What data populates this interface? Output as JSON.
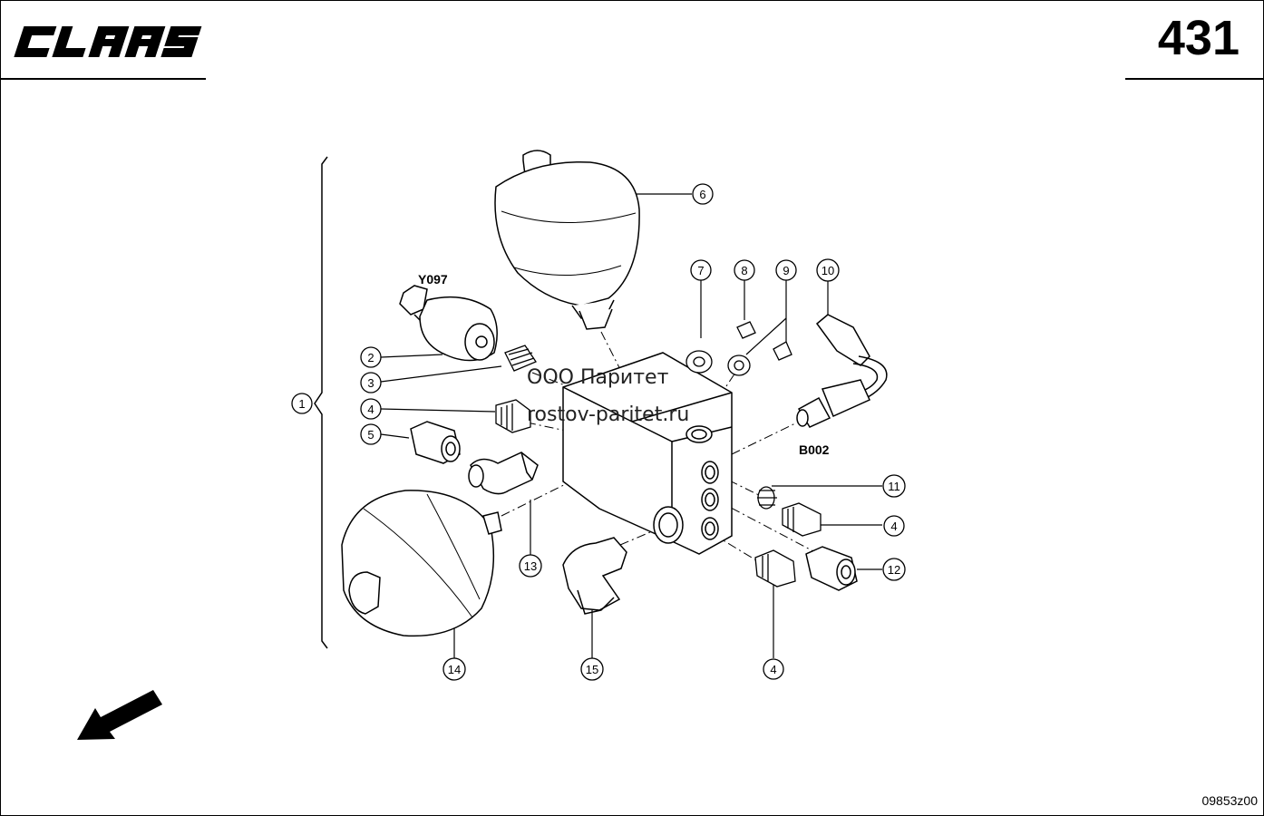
{
  "header": {
    "brand": "CLAAS",
    "page_number": "431"
  },
  "footer": {
    "drawing_code": "09853z00"
  },
  "watermark": {
    "line1": "ООО Паритет",
    "line2": "rostov-paritet.ru"
  },
  "labels": {
    "solenoid_code": "Y097",
    "sensor_code": "B002"
  },
  "callouts": {
    "c1": "1",
    "c2": "2",
    "c3": "3",
    "c4a": "4",
    "c5": "5",
    "c6": "6",
    "c7": "7",
    "c8": "8",
    "c9": "9",
    "c10": "10",
    "c11": "11",
    "c4b": "4",
    "c12": "12",
    "c13": "13",
    "c14": "14",
    "c15": "15",
    "c4c": "4"
  },
  "icons": {
    "direction": "arrow-down-left-icon"
  }
}
